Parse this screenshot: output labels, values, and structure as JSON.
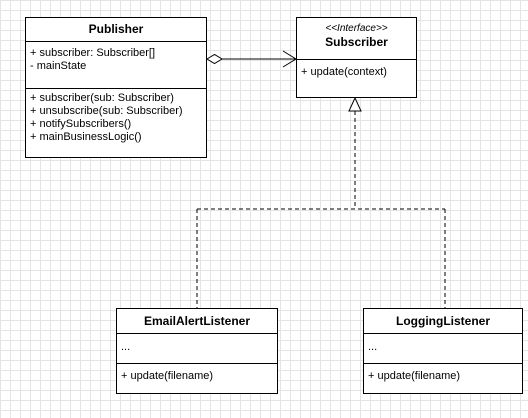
{
  "classes": {
    "publisher": {
      "name": "Publisher",
      "attributes": [
        "+ subscriber: Subscriber[]",
        "- mainState"
      ],
      "methods": [
        "+ subscriber(sub: Subscriber)",
        "+ unsubscribe(sub: Subscriber)",
        "+ notifySubscribers()",
        "+ mainBusinessLogic()"
      ]
    },
    "subscriber": {
      "stereotype": "<<Interface>>",
      "name": "Subscriber",
      "methods": [
        "+ update(context)"
      ]
    },
    "email_alert_listener": {
      "name": "EmailAlertListener",
      "attributes": [
        "..."
      ],
      "methods": [
        "+ update(filename)"
      ]
    },
    "logging_listener": {
      "name": "LoggingListener",
      "attributes": [
        "..."
      ],
      "methods": [
        "+ update(filename)"
      ]
    }
  }
}
